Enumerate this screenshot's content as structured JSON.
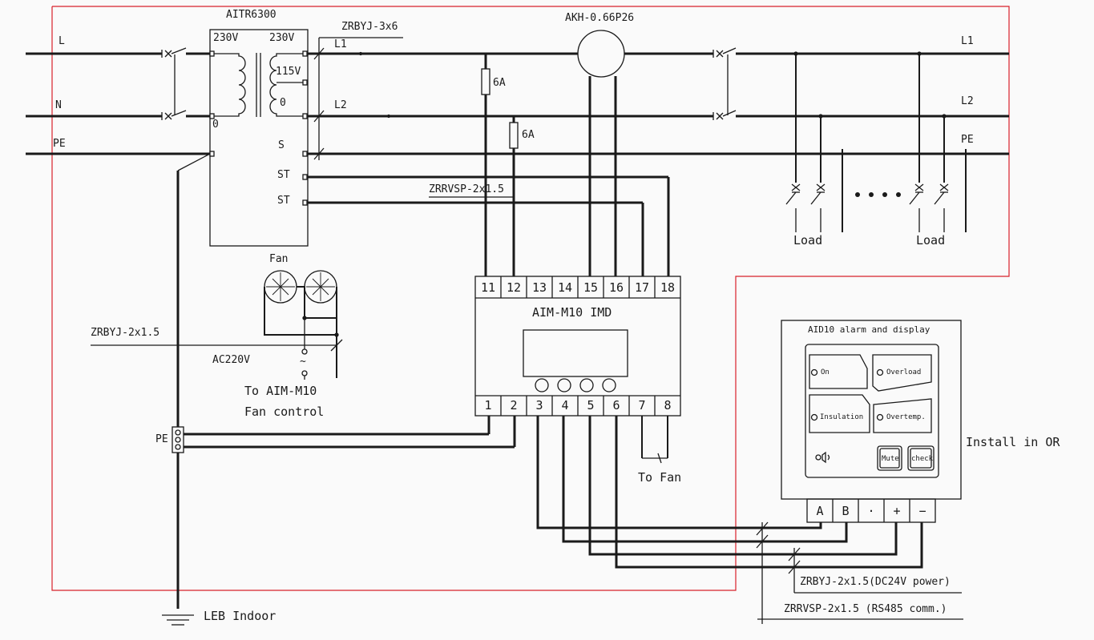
{
  "colors": {
    "line": "#1a1a1a",
    "border": "#d8202a",
    "background": "#fafafa"
  },
  "mains": {
    "l": "L",
    "n": "N",
    "pe": "PE"
  },
  "transformer": {
    "model": "AITR6300",
    "primary_voltage": "230V",
    "secondary_voltage": "230V",
    "tap_voltage": "115V",
    "tap_zero": "0",
    "primary_zero": "0",
    "s_label": "S",
    "st1_label": "ST",
    "st2_label": "ST"
  },
  "cables": {
    "main_cable": "ZRBYJ-3x6",
    "st_cable": "ZRRVSP-2x1.5",
    "fan_cable": "ZRBYJ-2x1.5",
    "dc_power_cable": "ZRBYJ-2x1.5(DC24V power)",
    "rs485_cable": "ZRRVSP-2x1.5 (RS485 comm.)"
  },
  "output_lines": {
    "l1_left": "L1",
    "l2_left": "L2",
    "l1_right": "L1",
    "l2_right": "L2",
    "pe_right": "PE"
  },
  "fuses": {
    "fuse1": "6A",
    "fuse2": "6A"
  },
  "current_transformer": {
    "model": "AKH-0.66P26"
  },
  "loads": {
    "load1": "Load",
    "load2": "Load"
  },
  "fan": {
    "title": "Fan",
    "supply": "AC220V",
    "tilde": "~",
    "note_line1": "To AIM-M10",
    "note_line2": "Fan control"
  },
  "imd": {
    "title": "AIM-M10 IMD",
    "top_terminals": [
      "11",
      "12",
      "13",
      "14",
      "15",
      "16",
      "17",
      "18"
    ],
    "bottom_terminals": [
      "1",
      "2",
      "3",
      "4",
      "5",
      "6",
      "7",
      "8"
    ],
    "to_fan": "To Fan"
  },
  "pe_block": {
    "label": "PE"
  },
  "ground": {
    "label": "LEB Indoor"
  },
  "aid": {
    "title": "AID10 alarm and display",
    "on": "On",
    "overload": "Overload",
    "insulation": "Insulation",
    "overtemp": "Overtemp.",
    "mute": "Mute",
    "check": "check",
    "terminals": [
      "A",
      "B",
      "·",
      "+",
      "−"
    ],
    "install_note": "Install in OR"
  }
}
